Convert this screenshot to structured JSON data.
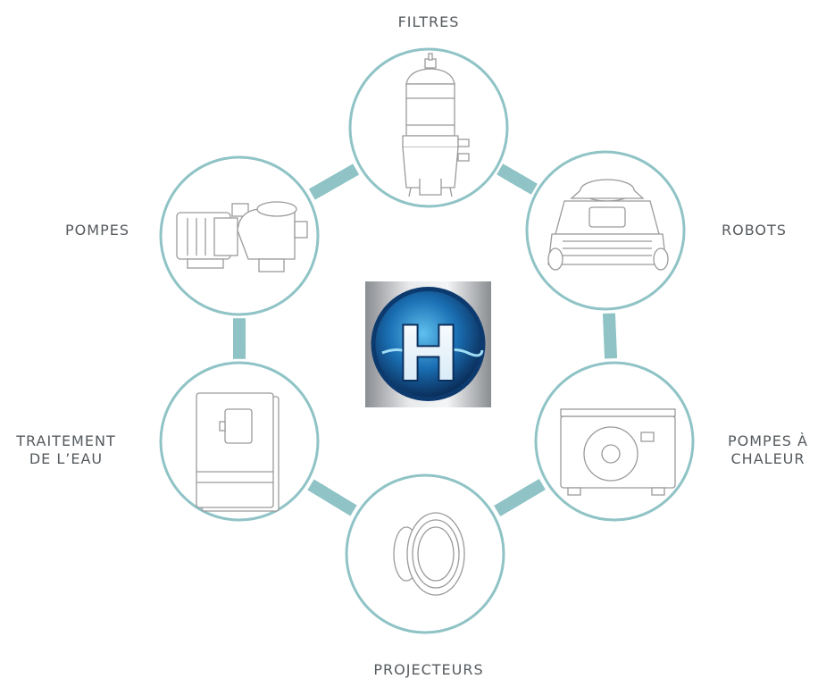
{
  "colors": {
    "ring": "#8fc3c6",
    "connector": "#8fc3c6",
    "drawing": "#9a9a9a",
    "label": "#555a5e",
    "logo_blue": "#1a6fb3",
    "logo_frame": "#b9bcc0"
  },
  "logo": {
    "letter": "H",
    "icon": "hayward-h-logo"
  },
  "nodes": [
    {
      "id": "filtres",
      "label_lines": [
        "FILTRES"
      ],
      "icon": "filter-icon"
    },
    {
      "id": "robots",
      "label_lines": [
        "ROBOTS"
      ],
      "icon": "pool-robot-icon"
    },
    {
      "id": "pompes-a-chaleur",
      "label_lines": [
        "POMPES À",
        "CHALEUR"
      ],
      "icon": "heat-pump-icon"
    },
    {
      "id": "projecteurs",
      "label_lines": [
        "PROJECTEURS"
      ],
      "icon": "pool-light-icon"
    },
    {
      "id": "traitement",
      "label_lines": [
        "TRAITEMENT",
        "DE L’EAU"
      ],
      "icon": "water-treatment-icon"
    },
    {
      "id": "pompes",
      "label_lines": [
        "POMPES"
      ],
      "icon": "pool-pump-icon"
    }
  ]
}
